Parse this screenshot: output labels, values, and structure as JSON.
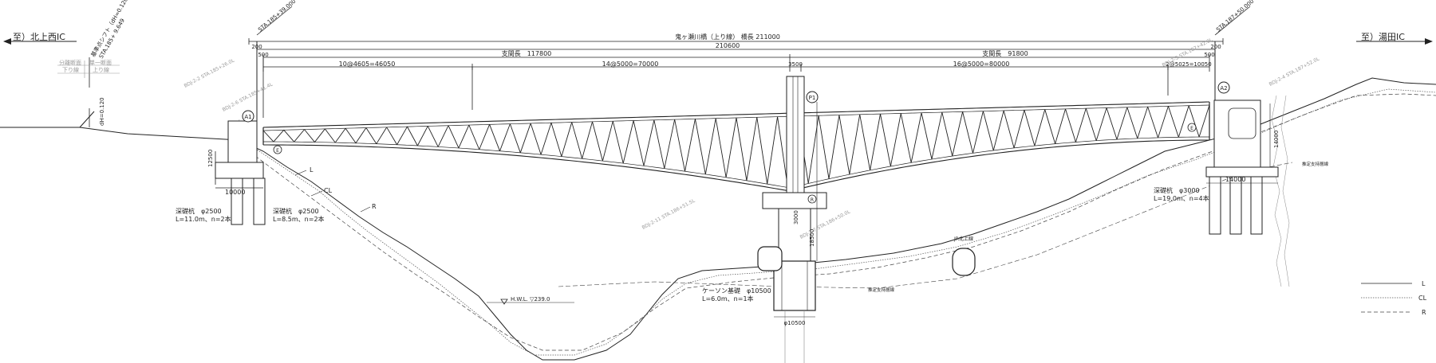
{
  "directions": {
    "left": "至）北上西IC",
    "right": "至）湯田IC"
  },
  "shift": {
    "label": "基準点シフト（dH=0.120）",
    "sta": "STA.185+ 9.649"
  },
  "section_labels": {
    "split": "分離断面",
    "single": "単一断面",
    "down": "下り線",
    "up": "上り線"
  },
  "left_dH": "dH=0.120",
  "sta_left": "STA.185+39.000",
  "sta_right": "STA.187+50.000",
  "bridge_title": "鬼ヶ瀬川橋（上り線） 橋長 211000",
  "dims": {
    "left_200": "200",
    "right_200": "200",
    "left_500": "500",
    "right_500": "500",
    "overall": "210600",
    "span_left": "支間長　117800",
    "span_right": "支間長　91800",
    "panel_a": "10@4605=46050",
    "panel_b": "14@5000=70000",
    "mid_3500": "3500",
    "panel_c": "16@5000=80000",
    "panel_d": "2@5025=10050",
    "h_12500": "12500",
    "w_10000": "10000",
    "h_18500": "18500",
    "h_3000": "3000",
    "h_14000": "14000",
    "w_14000": "14000",
    "caisson_dia": "φ10500"
  },
  "tags": {
    "a1": "A1",
    "a2": "A2",
    "p1": "P1",
    "r": "R",
    "e_left": "E",
    "e_right": "E"
  },
  "foundations": {
    "a1_outer": {
      "title": "深礎杭　φ2500",
      "detail": "L=11.0m、n=2本"
    },
    "a1_inner": {
      "title": "深礎杭　φ2500",
      "detail": "L=8.5m、n=2本"
    },
    "p1": {
      "title": "ケーソン基礎　φ10500",
      "detail": "L=6.0m、n=1本"
    },
    "a2": {
      "title": "深礎杭　φ3000",
      "detail": "L=19.0m、n=4本"
    }
  },
  "water_level": "H.W.L. ▽239.0",
  "pipe_label": "JR北上線",
  "ground_lines": {
    "L": "L",
    "CL": "CL",
    "R": "R"
  },
  "support_note": "推定支持層線",
  "boring_labels": [
    "BDJ-2-2 STA.185+26.0L",
    "BDJ-2-6 STA.185+41.4L",
    "BDJ-2-11 STA.186+51.5L",
    "BDJ-2-7 STA.186+50.0L",
    "BDJ-2-3 STA.187+42.0L",
    "BDJ-2-4 STA.187+52.0L"
  ],
  "legend": [
    {
      "name": "L",
      "style": "solid"
    },
    {
      "name": "CL",
      "style": "dotted"
    },
    {
      "name": "R",
      "style": "dashed"
    }
  ]
}
